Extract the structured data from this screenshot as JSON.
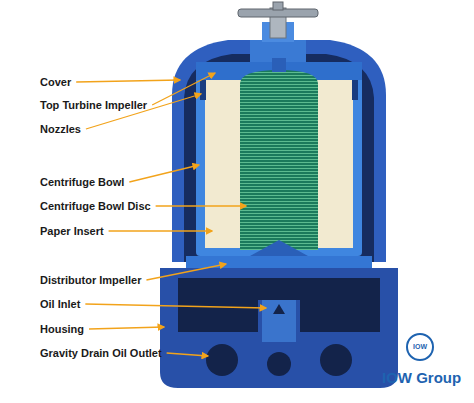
{
  "diagram": {
    "labels": [
      "Cover",
      "Top Turbine Impeller",
      "Nozzles",
      "Centrifuge Bowl",
      "Centrifuge Bowl Disc",
      "Paper Insert",
      "Distributor Impeller",
      "Oil Inlet",
      "Housing",
      "Gravity Drain Oil Outlet",
      "IOW",
      "IOW Group"
    ]
  }
}
